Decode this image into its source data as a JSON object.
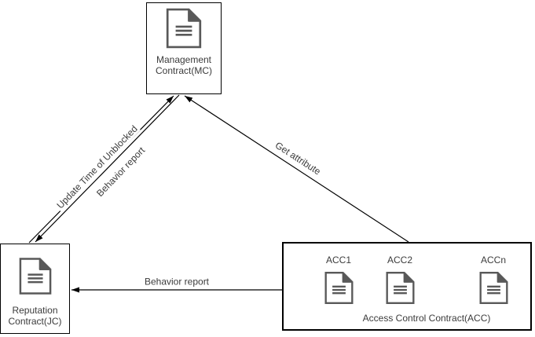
{
  "style": {
    "background": "#ffffff",
    "box_border_color": "#000000",
    "edge_color": "#000000",
    "icon_color": "#595959",
    "text_color": "#3b3b3b"
  },
  "nodes": {
    "mc": {
      "label_line1": "Management",
      "label_line2": "Contract(MC)"
    },
    "jc": {
      "label_line1": "Reputation",
      "label_line2": "Contract(JC)"
    },
    "acc": {
      "caption": "Access Control Contract(ACC)",
      "items": [
        {
          "label": "ACC1"
        },
        {
          "label": "ACC2"
        },
        {
          "label": "ACCn"
        }
      ]
    }
  },
  "edges": {
    "update_time": {
      "label": "Update Time of Unblocked",
      "from": "JC",
      "to": "MC"
    },
    "behavior_report_mc_jc": {
      "label": "Behavior report",
      "from": "MC",
      "to": "JC"
    },
    "get_attribute": {
      "label": "Get attribute",
      "from": "ACC",
      "to": "MC"
    },
    "behavior_report_acc_jc": {
      "label": "Behavior report",
      "from": "ACC",
      "to": "JC"
    }
  }
}
